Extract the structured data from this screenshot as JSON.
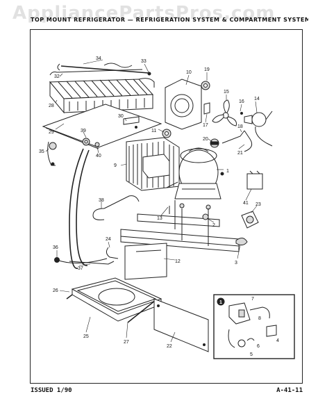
{
  "watermark": "AppliancePartsPros.com",
  "header": {
    "title": "TOP MOUNT REFRIGERATOR — REFRIGERATION SYSTEM & COMPARTMENT SYSTEM"
  },
  "footer": {
    "issued": "ISSUED 1/90",
    "page_code": "A-41-11"
  },
  "parts": {
    "p1": "1",
    "p2": "2",
    "p3": "3",
    "p4": "4",
    "p5": "5",
    "p6": "6",
    "p7": "7",
    "p8": "8",
    "p9": "9",
    "p10": "10",
    "p11": "11",
    "p12": "12",
    "p13": "13",
    "p14": "14",
    "p15": "15",
    "p16": "16",
    "p17": "17",
    "p18": "18",
    "p19": "19",
    "p20": "20",
    "p21": "21",
    "p22": "22",
    "p23": "23",
    "p24": "24",
    "p25": "25",
    "p26": "26",
    "p27": "27",
    "p28": "28",
    "p29": "29",
    "p30": "30",
    "p32": "32",
    "p33": "33",
    "p34": "34",
    "p35": "35",
    "p36": "36",
    "p37": "37",
    "p38": "38",
    "p39": "39",
    "p40": "40",
    "p41": "41"
  },
  "inset": {
    "badge": "1"
  }
}
